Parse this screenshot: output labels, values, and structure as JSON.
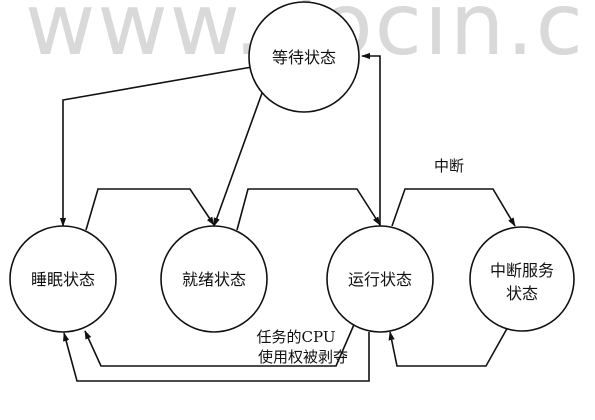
{
  "watermark": "www.docin.c",
  "states": {
    "waiting": "等待状态",
    "sleeping": "睡眠状态",
    "ready": "就绪状态",
    "running": "运行状态",
    "isr_line1": "中断服务",
    "isr_line2": "状态"
  },
  "edge_labels": {
    "interrupt": "中断",
    "preempt_line1": "任务的CPU",
    "preempt_line2": "使用权被剥夺"
  },
  "colors": {
    "stroke": "#111111",
    "watermark": "#d9d9d9",
    "background": "#ffffff"
  }
}
